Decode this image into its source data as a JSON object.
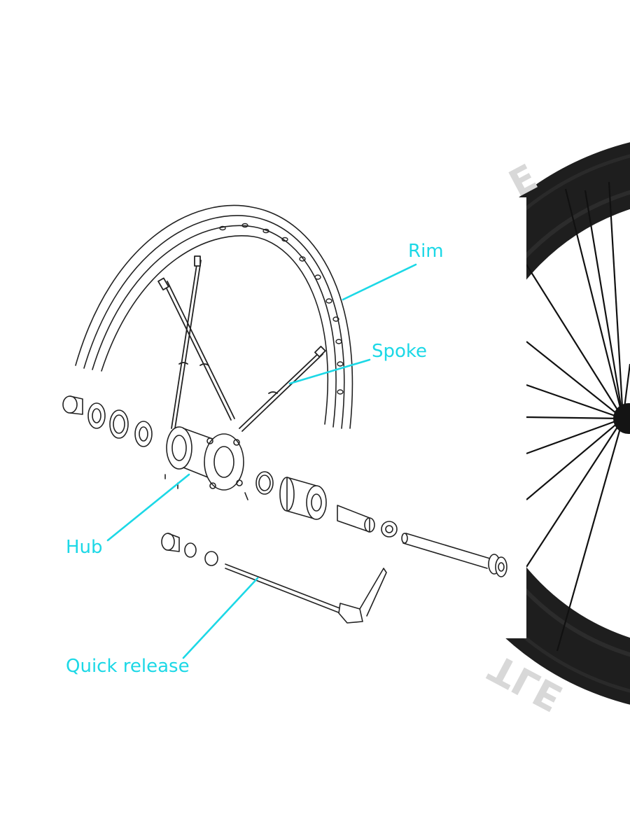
{
  "labels": {
    "rim": "Rim",
    "spoke": "Spoke",
    "hub": "Hub",
    "quick_release": "Quick release"
  },
  "brand_fragments": {
    "top_rim": "E",
    "bottom_rim": "TLE"
  },
  "colors": {
    "callout": "#1cd8e6",
    "line_art": "#222222",
    "rim_dark": "#1e1e1e",
    "rim_text": "#d8d8d8",
    "background": "#ffffff"
  }
}
